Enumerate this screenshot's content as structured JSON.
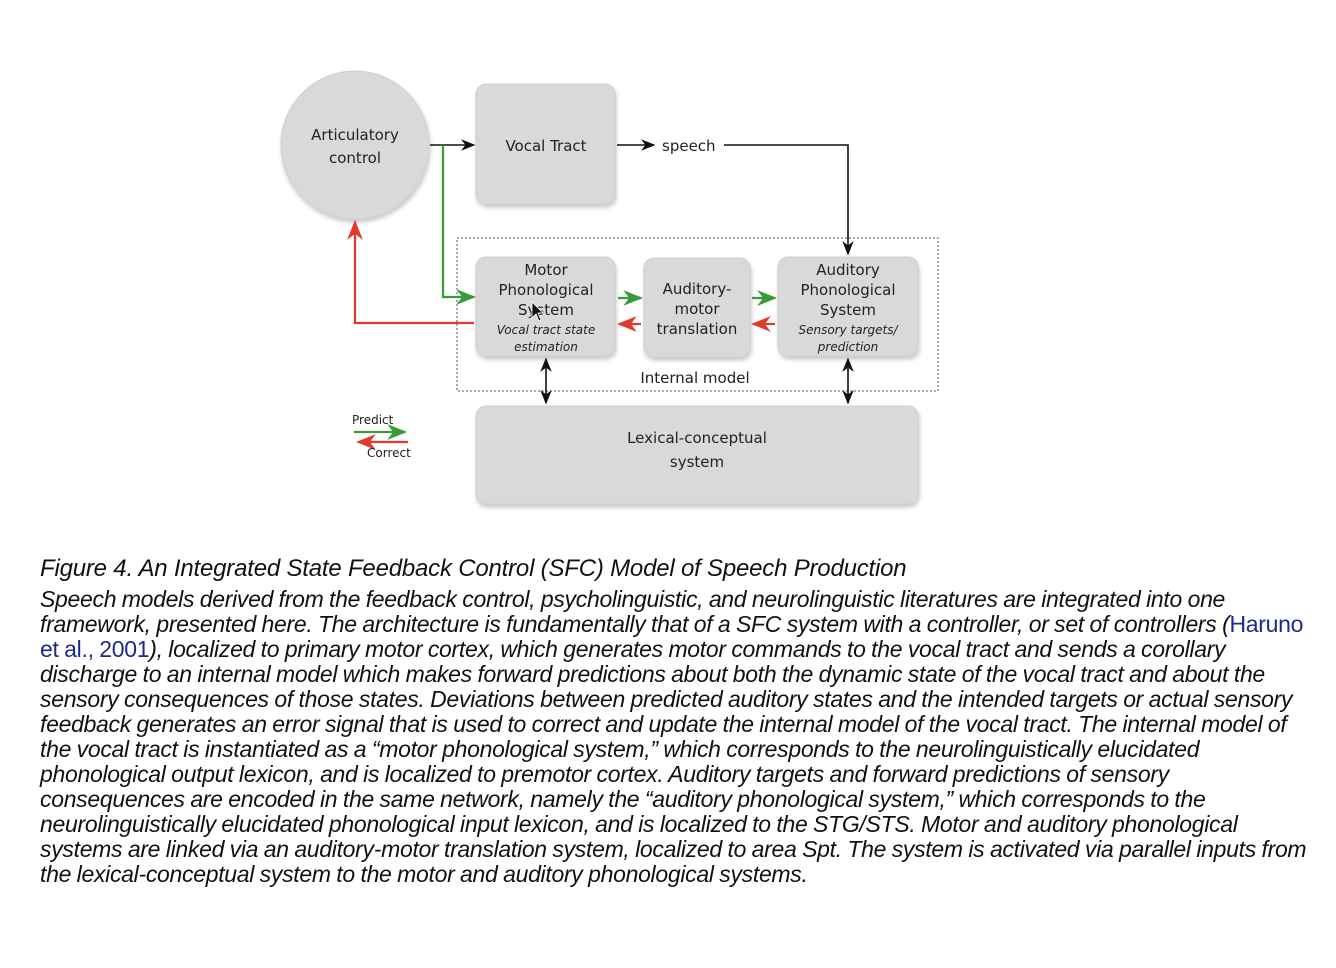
{
  "diagram": {
    "nodes": {
      "articulatory": [
        "Articulatory",
        "control"
      ],
      "vocal_tract": "Vocal Tract",
      "speech": "speech",
      "motor_phon": [
        "Motor",
        "Phonological",
        "System"
      ],
      "motor_phon_sub": [
        "Vocal tract state",
        "estimation"
      ],
      "aud_motor": [
        "Auditory-",
        "motor",
        "translation"
      ],
      "aud_phon": [
        "Auditory",
        "Phonological",
        "System"
      ],
      "aud_phon_sub": [
        "Sensory targets/",
        "prediction"
      ],
      "internal_model": "Internal model",
      "lexical": [
        "Lexical-conceptual",
        "system"
      ]
    },
    "legend": {
      "predict": "Predict",
      "correct": "Correct"
    },
    "colors": {
      "box_fill": "#d9d9d9",
      "box_stroke": "#c4c4c4",
      "predict": "#3a9a3a",
      "correct": "#e03a2e",
      "arrow": "#111111"
    }
  },
  "caption": {
    "title": "Figure 4. An Integrated State Feedback Control (SFC) Model of Speech Production",
    "body_before": "Speech models derived from the feedback control, psycholinguistic, and neurolinguistic literatures are integrated into one framework, presented here. The architecture is fundamentally that of a SFC system with a controller, or set of controllers (",
    "citation": "Haruno et al., 2001",
    "body_after": "), localized to primary motor cortex, which generates motor commands to the vocal tract and sends a corollary discharge to an internal model which makes forward predictions about both the dynamic state of the vocal tract and about the sensory consequences of those states. Deviations between predicted auditory states and the intended targets or actual sensory feedback generates an error signal that is used to correct and update the internal model of the vocal tract. The internal model of the vocal tract is instantiated as a “motor phonological system,” which corresponds to the neurolinguistically elucidated phonological output lexicon, and is localized to premotor cortex. Auditory targets and forward predictions of sensory consequences are encoded in the same network, namely the “auditory phonological system,” which corresponds to the neurolinguistically elucidated phonological input lexicon, and is localized to the STG/STS. Motor and auditory phonological systems are linked via an auditory-motor translation system, localized to area Spt. The system is activated via parallel inputs from the lexical-conceptual system to the motor and auditory phonological systems."
  }
}
